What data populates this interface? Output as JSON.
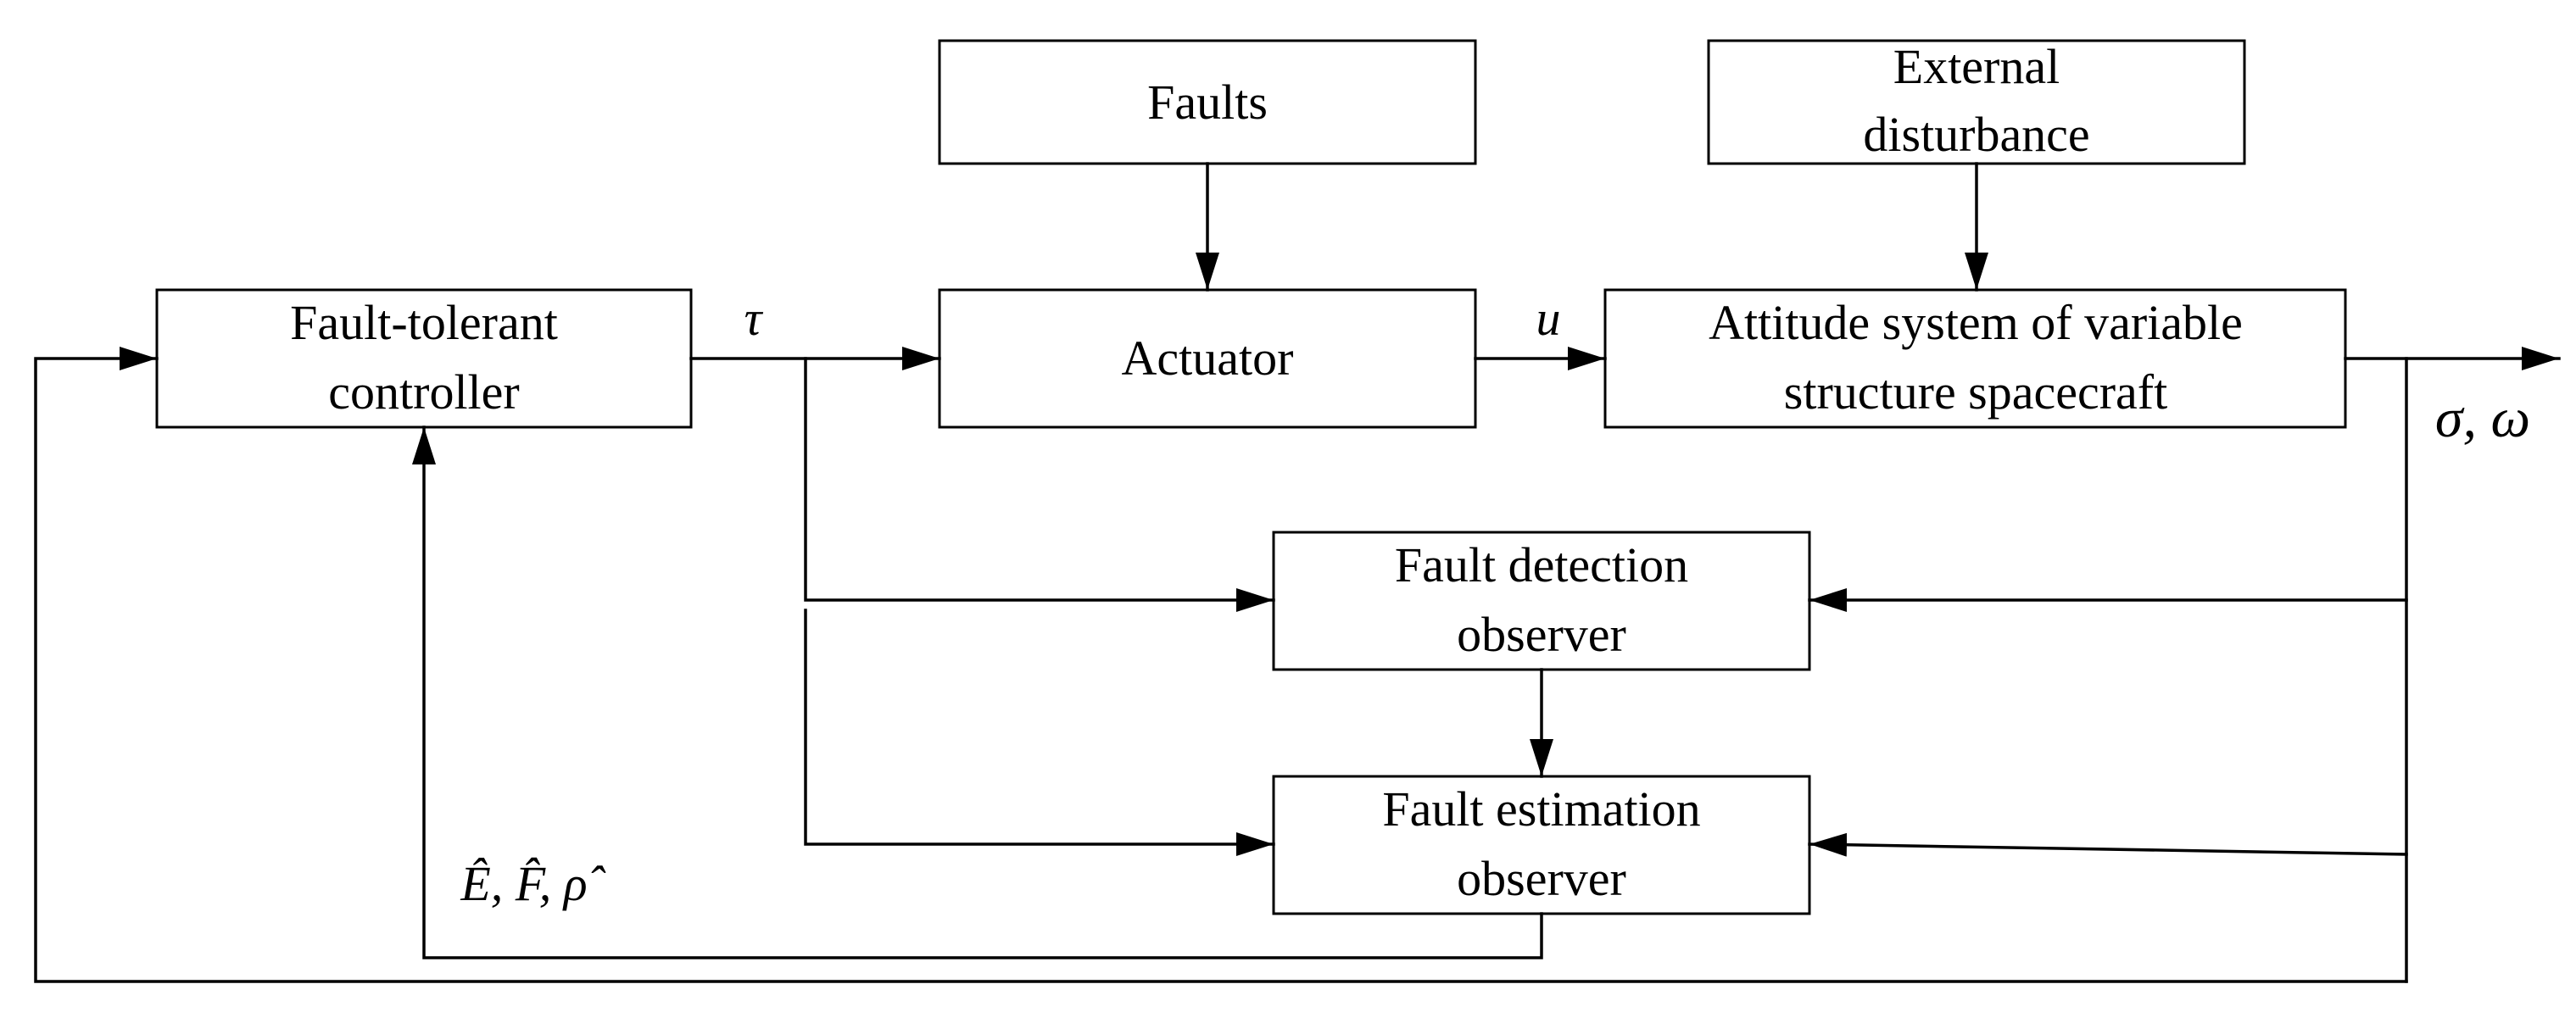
{
  "blocks": {
    "faults": "Faults",
    "external_disturbance": [
      "External",
      "disturbance"
    ],
    "fault_tolerant_controller": [
      "Fault-tolerant",
      "controller"
    ],
    "actuator": "Actuator",
    "attitude_system": [
      "Attitude system of variable",
      "structure spacecraft"
    ],
    "fault_detection_observer": [
      "Fault detection",
      "observer"
    ],
    "fault_estimation_observer": [
      "Fault estimation",
      "observer"
    ]
  },
  "signals": {
    "tau": "τ",
    "u": "u",
    "output": "σ, ω",
    "estimates": "Ê, F̂, ρ̂"
  }
}
